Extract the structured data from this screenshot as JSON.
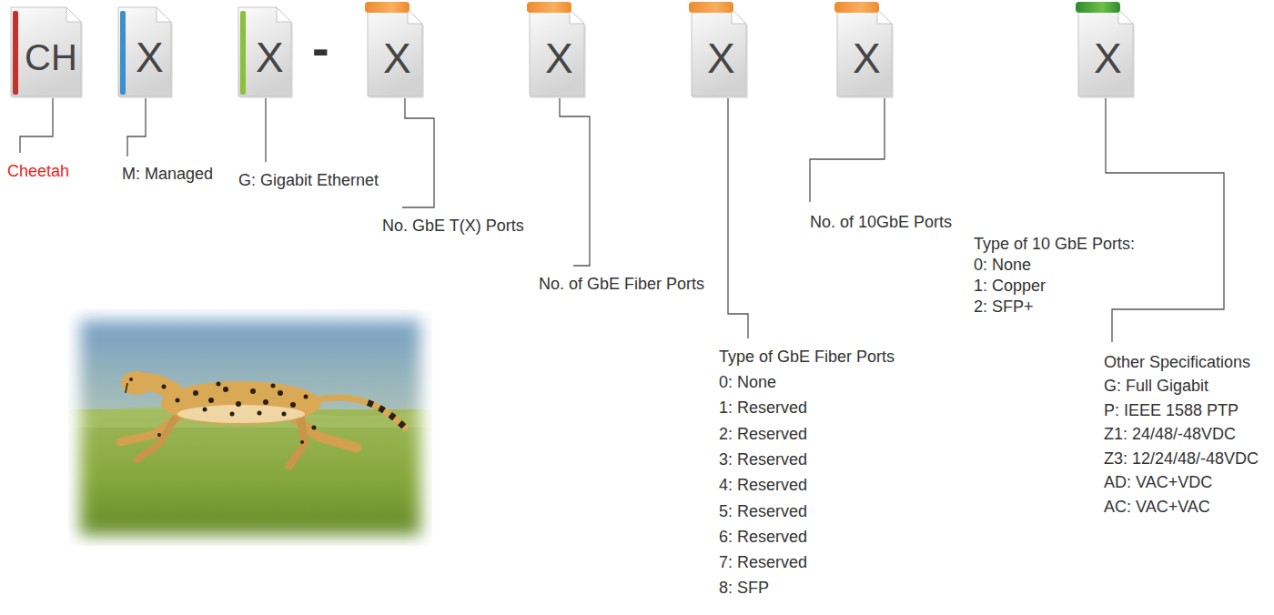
{
  "diagram": {
    "nodes": [
      {
        "text": [
          "CH"
        ]
      },
      {
        "text": [
          "X"
        ]
      },
      {
        "text": [
          "X"
        ]
      },
      {
        "text": [
          "X"
        ]
      },
      {
        "text": [
          "X"
        ]
      },
      {
        "text": [
          "X"
        ]
      },
      {
        "text": [
          "X"
        ]
      },
      {
        "text": [
          "X"
        ]
      }
    ],
    "labels": [
      "Cheetah",
      "M: Managed",
      "G: Gigabit Ethernet",
      "-",
      "No. GbE T(X) Ports",
      "No. of GbE Fiber Ports",
      "No. of 10GbE Ports",
      "Type of 10 GbE Ports:",
      "0: None",
      "1: Copper",
      "2: SFP+",
      "Type of GbE Fiber Ports",
      "0: None",
      "1: Reserved",
      "2: Reserved",
      "3: Reserved",
      "4: Reserved",
      "5: Reserved",
      "6: Reserved",
      "7: Reserved",
      "8: SFP",
      "Other Specifications",
      "G: Full Gigabit",
      "P: IEEE 1588 PTP",
      "Z1: 24/48/-48VDC",
      "Z3: 12/24/48/-48VDC",
      "AD: VAC+VDC",
      "AC: VAC+VAC"
    ]
  }
}
